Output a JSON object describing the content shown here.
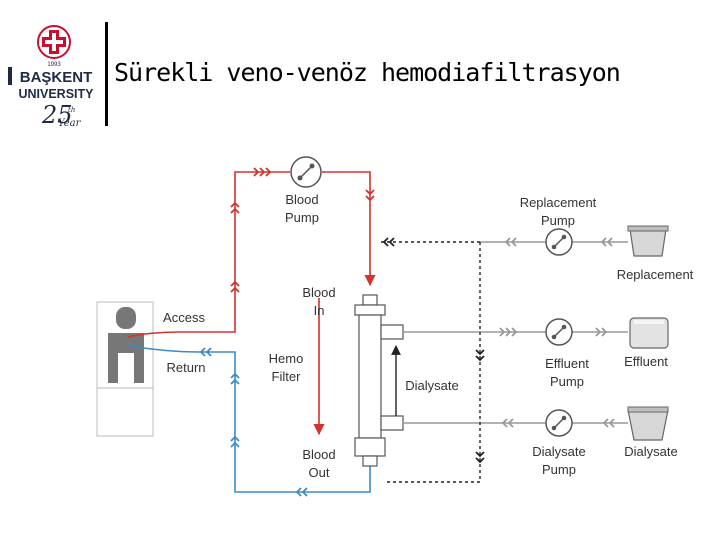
{
  "slide": {
    "title": "Sürekli veno-venöz hemodiafiltrasyon"
  },
  "logo": {
    "year": "1993",
    "line1": "BAŞKENT",
    "line2": "UNIVERSITY",
    "anniversary_number": "25",
    "anniversary_suffix": "th",
    "anniversary_word": "Year"
  },
  "diagram": {
    "labels": {
      "blood_pump_1": "Blood",
      "blood_pump_2": "Pump",
      "replacement_pump_1": "Replacement",
      "replacement_pump_2": "Pump",
      "replacement": "Replacement",
      "access": "Access",
      "return": "Return",
      "blood_in_1": "Blood",
      "blood_in_2": "In",
      "hemo_filter_1": "Hemo",
      "hemo_filter_2": "Filter",
      "dialysate_line": "Dialysate",
      "effluent_pump_1": "Effluent",
      "effluent_pump_2": "Pump",
      "effluent": "Effluent",
      "dialysate_pump_1": "Dialysate",
      "dialysate_pump_2": "Pump",
      "dialysate_bag": "Dialysate",
      "blood_out_1": "Blood",
      "blood_out_2": "Out"
    },
    "colors": {
      "arterial": "#d4322c",
      "venous": "#3d8bc9",
      "fluid": "#999999",
      "dashed": "#222222",
      "logo_red": "#c8102e",
      "logo_text": "#1f2a44"
    }
  }
}
